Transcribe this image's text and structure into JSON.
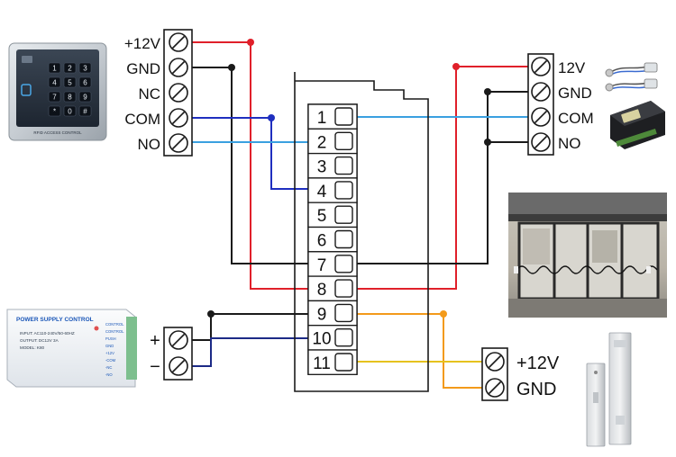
{
  "reader_terminals": [
    "+12V",
    "GND",
    "NC",
    "COM",
    "NO"
  ],
  "sensor_terminals": [
    "12V",
    "GND",
    "COM",
    "NO"
  ],
  "main_terminals": [
    "1",
    "2",
    "3",
    "4",
    "5",
    "6",
    "7",
    "8",
    "9",
    "10",
    "11"
  ],
  "dc_input_terminals": [
    "+",
    "−"
  ],
  "lock_terminals": [
    "+12V",
    "GND"
  ],
  "keypad": {
    "keys": [
      "1",
      "2",
      "3",
      "4",
      "5",
      "6",
      "7",
      "8",
      "9",
      "*",
      "0",
      "#"
    ],
    "brand_label": "RFID ACCESS CONTROL"
  },
  "power_supply": {
    "title": "POWER SUPPLY CONTROL",
    "spec_lines": [
      "INPUT: AC110-240V/50-60HZ",
      "OUTPUT: DC12V  3A",
      "MODEL: K80"
    ],
    "side_labels": [
      "CONTROL",
      "CONTROL",
      "PUSH",
      "GND",
      "+12V",
      "-COM",
      "-NC",
      "-NO"
    ]
  },
  "wire_colors": {
    "red": "#e0202a",
    "black": "#1a1a1a",
    "dark_blue": "#1f2fbf",
    "light_blue": "#3aa0e0",
    "navy": "#1c2a86",
    "orange": "#f39a1a",
    "yellow": "#e6c21e"
  }
}
